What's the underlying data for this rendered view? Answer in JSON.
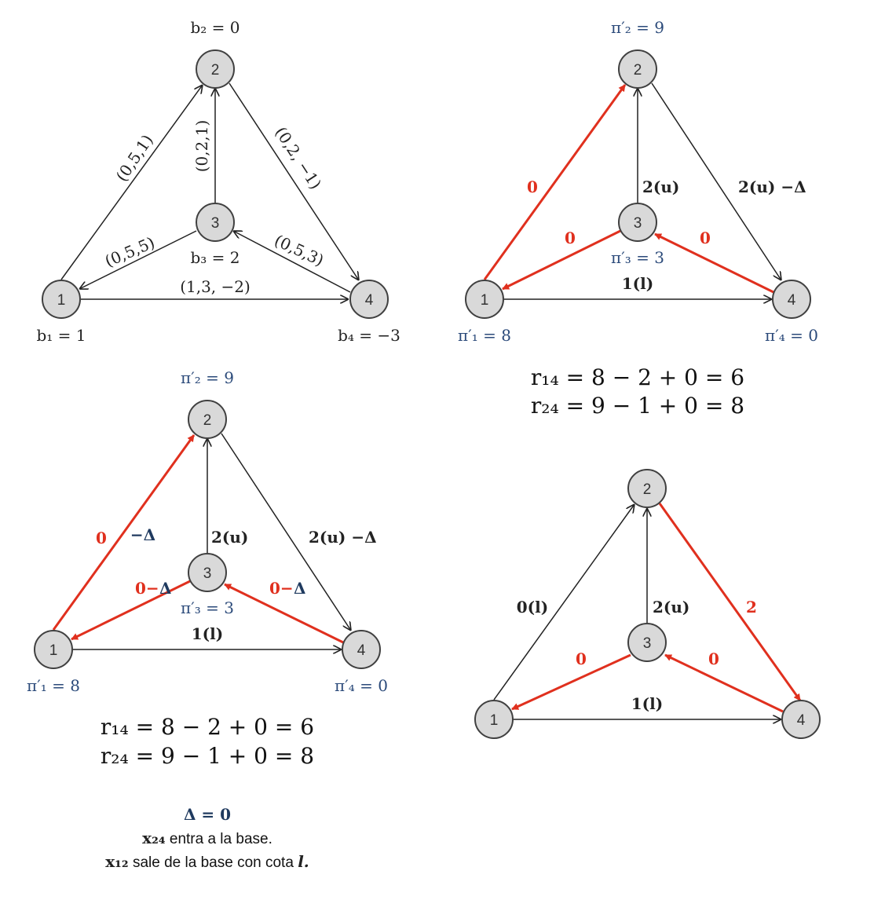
{
  "panels": {
    "p1": {
      "nodes": [
        "1",
        "2",
        "3",
        "4"
      ],
      "b_labels": {
        "b1": "b₁ = 1",
        "b2": "b₂ = 0",
        "b3": "b₃ = 2",
        "b4": "b₄ = −3"
      },
      "arcs": {
        "a12": "(0,5,1)",
        "a32": "(0,2,1)",
        "a24": "(0,2, −1)",
        "a31": "(0,5,5)",
        "a43": "(0,5,3)",
        "a14": "(1,3, −2)"
      }
    },
    "p2": {
      "nodes": [
        "1",
        "2",
        "3",
        "4"
      ],
      "pi": {
        "p1": "π′₁ = 8",
        "p2": "π′₂ = 9",
        "p3": "π′₃ = 3",
        "p4": "π′₄ = 0"
      },
      "arcs": {
        "a12": "0",
        "a32": "2(u)",
        "a24": "2(u) −Δ",
        "a31": "0",
        "a43": "0",
        "a14": "1(l)"
      },
      "r14": "r₁₄ = 8 − 2 + 0 = 6",
      "r24": "r₂₄ = 9 − 1 + 0 = 8"
    },
    "p3": {
      "nodes": [
        "1",
        "2",
        "3",
        "4"
      ],
      "pi": {
        "p1": "π′₁ = 8",
        "p2": "π′₂ = 9",
        "p3": "π′₃ = 3",
        "p4": "π′₄ = 0"
      },
      "arcs": {
        "a12": "0",
        "a12d": "−Δ",
        "a32": "2(u)",
        "a24": "2(u) −Δ",
        "a31": "0−",
        "a31d": "Δ",
        "a43": "0−",
        "a43d": "Δ",
        "a14": "1(l)"
      },
      "r14": "r₁₄ = 8 − 2 + 0 = 6",
      "r24": "r₂₄ = 9 − 1 + 0 = 8",
      "delta": "Δ = 0",
      "note1_var": "x₂₄",
      "note1_text": " entra a la base.",
      "note2_var": "x₁₂",
      "note2_text": " sale de la base con cota ",
      "note2_end": "l."
    },
    "p4": {
      "nodes": [
        "1",
        "2",
        "3",
        "4"
      ],
      "arcs": {
        "a12": "0(l)",
        "a32": "2(u)",
        "a24": "2",
        "a31": "0",
        "a43": "0",
        "a14": "1(l)"
      }
    }
  },
  "colors": {
    "tree_arc": "#e0301e",
    "normal_arc": "#222222",
    "node_fill": "#d9d9d9",
    "pi_text": "#2b4a7a"
  }
}
